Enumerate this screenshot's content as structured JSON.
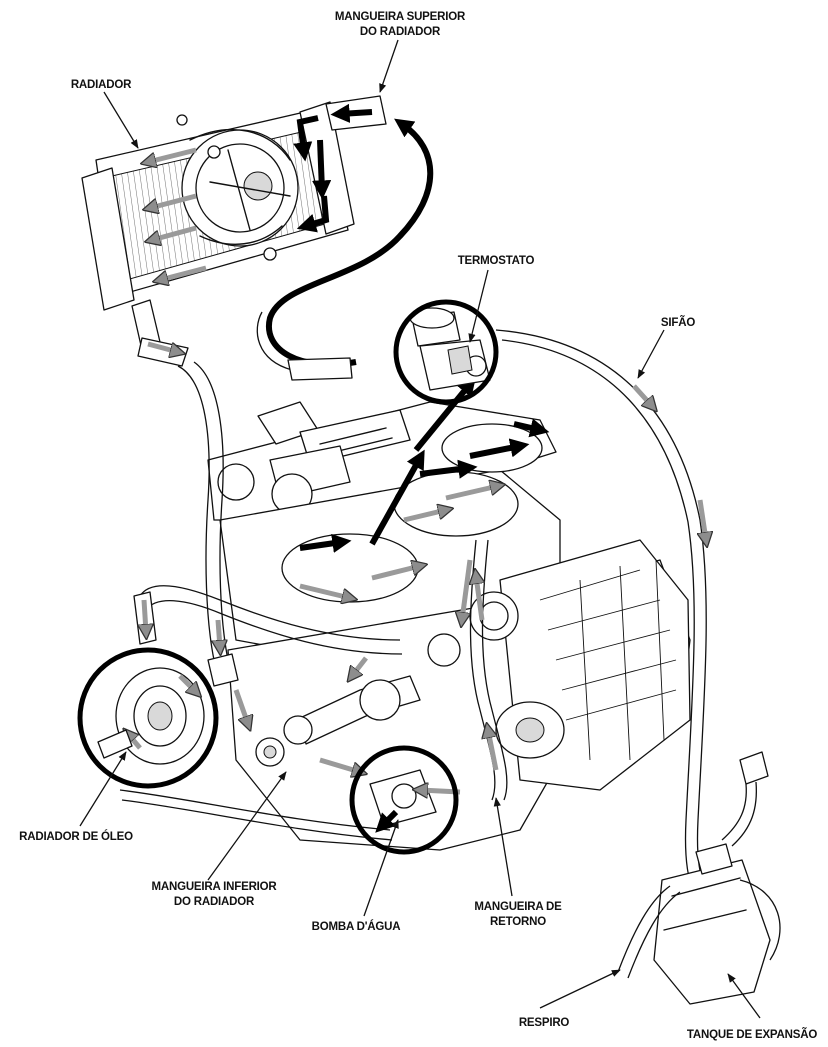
{
  "labels": {
    "mangueira_superior_l1": "MANGUEIRA SUPERIOR",
    "mangueira_superior_l2": "DO RADIADOR",
    "radiador": "RADIADOR",
    "termostato": "TERMOSTATO",
    "sifao": "SIFÃO",
    "radiador_oleo": "RADIADOR DE ÓLEO",
    "mangueira_inferior_l1": "MANGUEIRA INFERIOR",
    "mangueira_inferior_l2": "DO RADIADOR",
    "bomba_agua": "BOMBA D'ÁGUA",
    "mangueira_retorno_l1": "MANGUEIRA DE",
    "mangueira_retorno_l2": "RETORNO",
    "respiro": "RESPIRO",
    "tanque_expansao": "TANQUE DE EXPANSÃO"
  },
  "colors": {
    "hot_flow": "#000000",
    "cool_flow": "#9a9a9a",
    "line": "#111111",
    "background": "#ffffff"
  }
}
